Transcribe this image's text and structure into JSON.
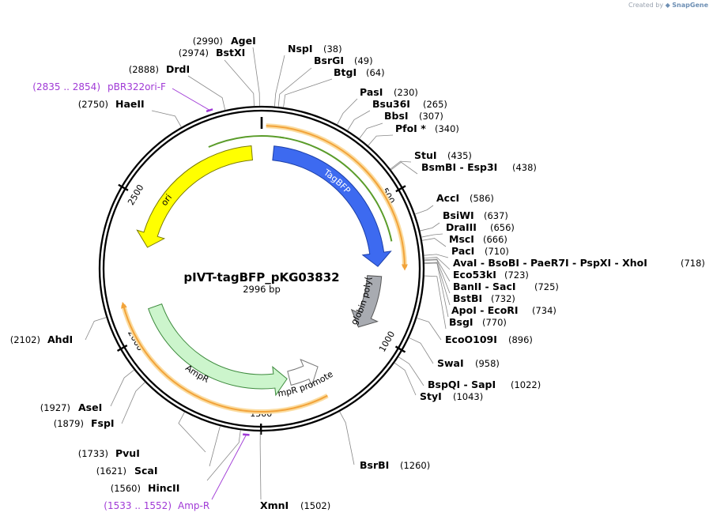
{
  "credit": {
    "prefix": "Created by",
    "brand": "SnapGene"
  },
  "plasmid": {
    "name": "pIVT-tagBFP_pKG03832",
    "length_label": "2996 bp",
    "length": 2996
  },
  "ruler": [
    "500",
    "1000",
    "1500",
    "2000",
    "2500"
  ],
  "sites": [
    {
      "name": "AgeI",
      "pos": "(2990)"
    },
    {
      "name": "BstXI",
      "pos": "(2974)"
    },
    {
      "name": "DrdI",
      "pos": "(2888)"
    },
    {
      "name": "HaeII",
      "pos": "(2750)"
    },
    {
      "name": "NspI",
      "pos": "(38)"
    },
    {
      "name": "BsrGI",
      "pos": "(49)"
    },
    {
      "name": "BtgI",
      "pos": "(64)"
    },
    {
      "name": "PasI",
      "pos": "(230)"
    },
    {
      "name": "Bsu36I",
      "pos": "(265)"
    },
    {
      "name": "BbsI",
      "pos": "(307)"
    },
    {
      "name": "PfoI *",
      "pos": "(340)"
    },
    {
      "name": "StuI",
      "pos": "(435)"
    },
    {
      "name": "BsmBI - Esp3I",
      "pos": "(438)"
    },
    {
      "name": "AccI",
      "pos": "(586)"
    },
    {
      "name": "BsiWI",
      "pos": "(637)"
    },
    {
      "name": "DraIII",
      "pos": "(656)"
    },
    {
      "name": "MscI",
      "pos": "(666)"
    },
    {
      "name": "PacI",
      "pos": "(710)"
    },
    {
      "name": "AvaI - BsoBI - PaeR7I - PspXI - XhoI",
      "pos": "(718)"
    },
    {
      "name": "Eco53kI",
      "pos": "(723)"
    },
    {
      "name": "BanII - SacI",
      "pos": "(725)"
    },
    {
      "name": "BstBI",
      "pos": "(732)"
    },
    {
      "name": "ApoI - EcoRI",
      "pos": "(734)"
    },
    {
      "name": "BsgI",
      "pos": "(770)"
    },
    {
      "name": "EcoO109I",
      "pos": "(896)"
    },
    {
      "name": "SwaI",
      "pos": "(958)"
    },
    {
      "name": "BspQI - SapI",
      "pos": "(1022)"
    },
    {
      "name": "StyI",
      "pos": "(1043)"
    },
    {
      "name": "BsrBI",
      "pos": "(1260)"
    },
    {
      "name": "XmnI",
      "pos": "(1502)"
    },
    {
      "name": "HincII",
      "pos": "(1560)"
    },
    {
      "name": "ScaI",
      "pos": "(1621)"
    },
    {
      "name": "PvuI",
      "pos": "(1733)"
    },
    {
      "name": "FspI",
      "pos": "(1879)"
    },
    {
      "name": "AseI",
      "pos": "(1927)"
    },
    {
      "name": "AhdI",
      "pos": "(2102)"
    }
  ],
  "primers": [
    {
      "name": "pBR322ori-F",
      "range": "(2835 .. 2854)"
    },
    {
      "name": "Amp-R",
      "range": "(1533 .. 1552)"
    }
  ],
  "features": [
    {
      "name": "TagBFP",
      "color": "#3d6af0"
    },
    {
      "name": "β-globin poly(A)",
      "color": "#a8abb1"
    },
    {
      "name": "AmpR promoter",
      "color": "#ffffff"
    },
    {
      "name": "AmpR",
      "color": "#ccf5cc"
    },
    {
      "name": "ori",
      "color": "#ffff00"
    }
  ],
  "colors": {
    "orf": "#f2a33a",
    "primer_bind": "#a03ad6",
    "ori_bar": "#5a9c2a"
  }
}
